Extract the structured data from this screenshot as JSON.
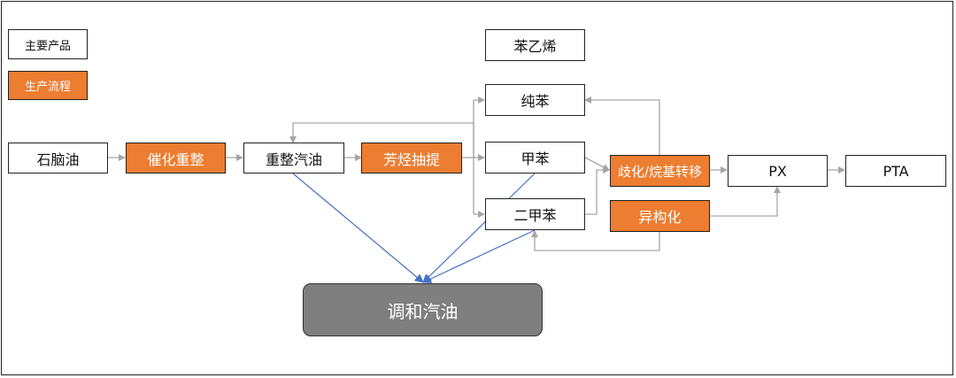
{
  "colors": {
    "product_fill": "#ffffff",
    "process_fill": "#ed7d31",
    "result_fill": "#7f7f7f",
    "flow_arrow": "#a6a6a6",
    "blend_arrow": "#4472c4"
  },
  "legend": {
    "product": "主要产品",
    "process": "生产流程"
  },
  "nodes": {
    "naphtha": "石脑油",
    "reforming": "催化重整",
    "reformate": "重整汽油",
    "extraction": "芳烃抽提",
    "styrene": "苯乙烯",
    "benzene": "纯苯",
    "toluene": "甲苯",
    "xylene": "二甲苯",
    "disproportionation": "歧化/烷基转移",
    "isomerization": "异构化",
    "px": "PX",
    "pta": "PTA",
    "blended_gasoline": "调和汽油"
  }
}
